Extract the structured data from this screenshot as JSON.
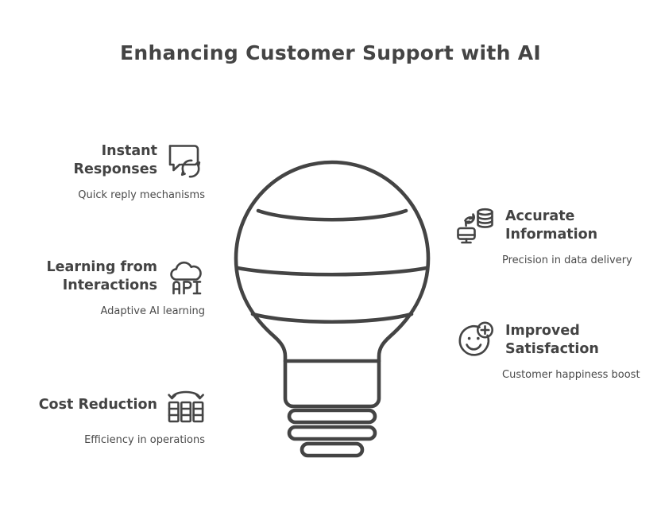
{
  "header": {
    "title": "Enhancing Customer Support with AI"
  },
  "colors": {
    "background": "#ffffff",
    "stroke": "#444444",
    "title_text": "#444444",
    "body_text": "#4a4a4a"
  },
  "center_graphic": {
    "name": "lightbulb-illustration",
    "glass_bands": 3,
    "screw_rings": 3
  },
  "features": {
    "left": [
      {
        "id": "instant-responses",
        "title": "Instant Responses",
        "description": "Quick reply mechanisms",
        "icon": "speech-bubble-refresh-icon"
      },
      {
        "id": "learning-from-interactions",
        "title": "Learning from Interactions",
        "description": "Adaptive AI learning",
        "icon": "cloud-api-icon",
        "icon_label": "API"
      },
      {
        "id": "cost-reduction",
        "title": "Cost Reduction",
        "description": "Efficiency in operations",
        "icon": "server-transfer-icon"
      }
    ],
    "right": [
      {
        "id": "accurate-information",
        "title": "Accurate Information",
        "description": "Precision in data delivery",
        "icon": "database-monitor-sync-icon"
      },
      {
        "id": "improved-satisfaction",
        "title": "Improved Satisfaction",
        "description": "Customer happiness boost",
        "icon": "smiley-plus-icon"
      }
    ]
  }
}
